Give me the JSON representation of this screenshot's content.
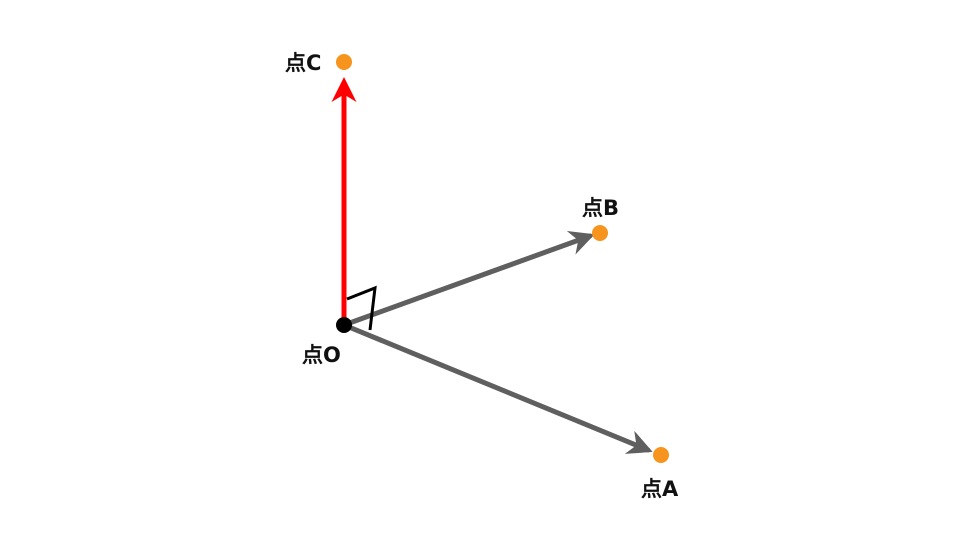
{
  "points": {
    "O": {
      "label": "点O",
      "color": "#000000"
    },
    "A": {
      "label": "点A",
      "color": "#f7941d"
    },
    "B": {
      "label": "点B",
      "color": "#f7941d"
    },
    "C": {
      "label": "点C",
      "color": "#f7941d"
    }
  },
  "vectors": {
    "OA": {
      "color": "#5f5f5f"
    },
    "OB": {
      "color": "#5f5f5f"
    },
    "OC": {
      "color": "#ff0000"
    }
  },
  "marker": {
    "color": "#000000"
  }
}
